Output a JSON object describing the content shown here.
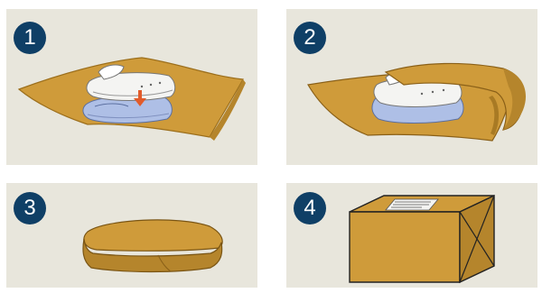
{
  "steps": [
    {
      "number": "1",
      "icon": "shirt-on-wrapping-paper"
    },
    {
      "number": "2",
      "icon": "paper-folding-over-shirts"
    },
    {
      "number": "3",
      "icon": "wrapped-parcel"
    },
    {
      "number": "4",
      "icon": "shipping-box-with-label"
    }
  ],
  "colors": {
    "panel_bg": "#e8e6dc",
    "badge_bg": "#0f3f66",
    "paper": "#cf9b3a",
    "paper_dark": "#a87a24",
    "shirt_white": "#f4f4f2",
    "shirt_blue": "#aebfe6",
    "arrow": "#e25b2a"
  }
}
